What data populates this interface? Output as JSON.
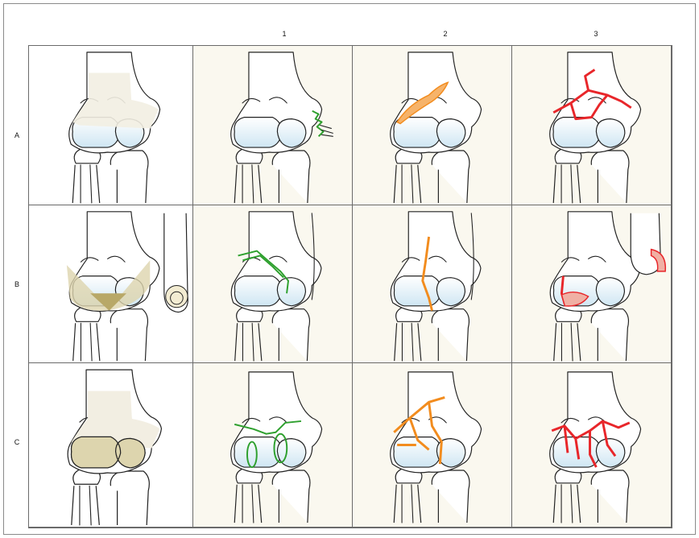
{
  "columns": [
    "1",
    "2",
    "3"
  ],
  "rows": [
    "A",
    "B",
    "C"
  ],
  "colors": {
    "type_1": "#2ea02e",
    "type_2": "#f28c1e",
    "type_3": "#e8262a",
    "cartilage": "#d8ecf6",
    "region_shade": "#ddd5ae"
  },
  "cells": [
    {
      "row": "A",
      "col": "0",
      "fracture": "none"
    },
    {
      "row": "A",
      "col": "1",
      "fracture": "type_1"
    },
    {
      "row": "A",
      "col": "2",
      "fracture": "type_2"
    },
    {
      "row": "A",
      "col": "3",
      "fracture": "type_3"
    },
    {
      "row": "B",
      "col": "0",
      "fracture": "none"
    },
    {
      "row": "B",
      "col": "1",
      "fracture": "type_1"
    },
    {
      "row": "B",
      "col": "2",
      "fracture": "type_2"
    },
    {
      "row": "B",
      "col": "3",
      "fracture": "type_3"
    },
    {
      "row": "C",
      "col": "0",
      "fracture": "none"
    },
    {
      "row": "C",
      "col": "1",
      "fracture": "type_1"
    },
    {
      "row": "C",
      "col": "2",
      "fracture": "type_2"
    },
    {
      "row": "C",
      "col": "3",
      "fracture": "type_3"
    }
  ]
}
